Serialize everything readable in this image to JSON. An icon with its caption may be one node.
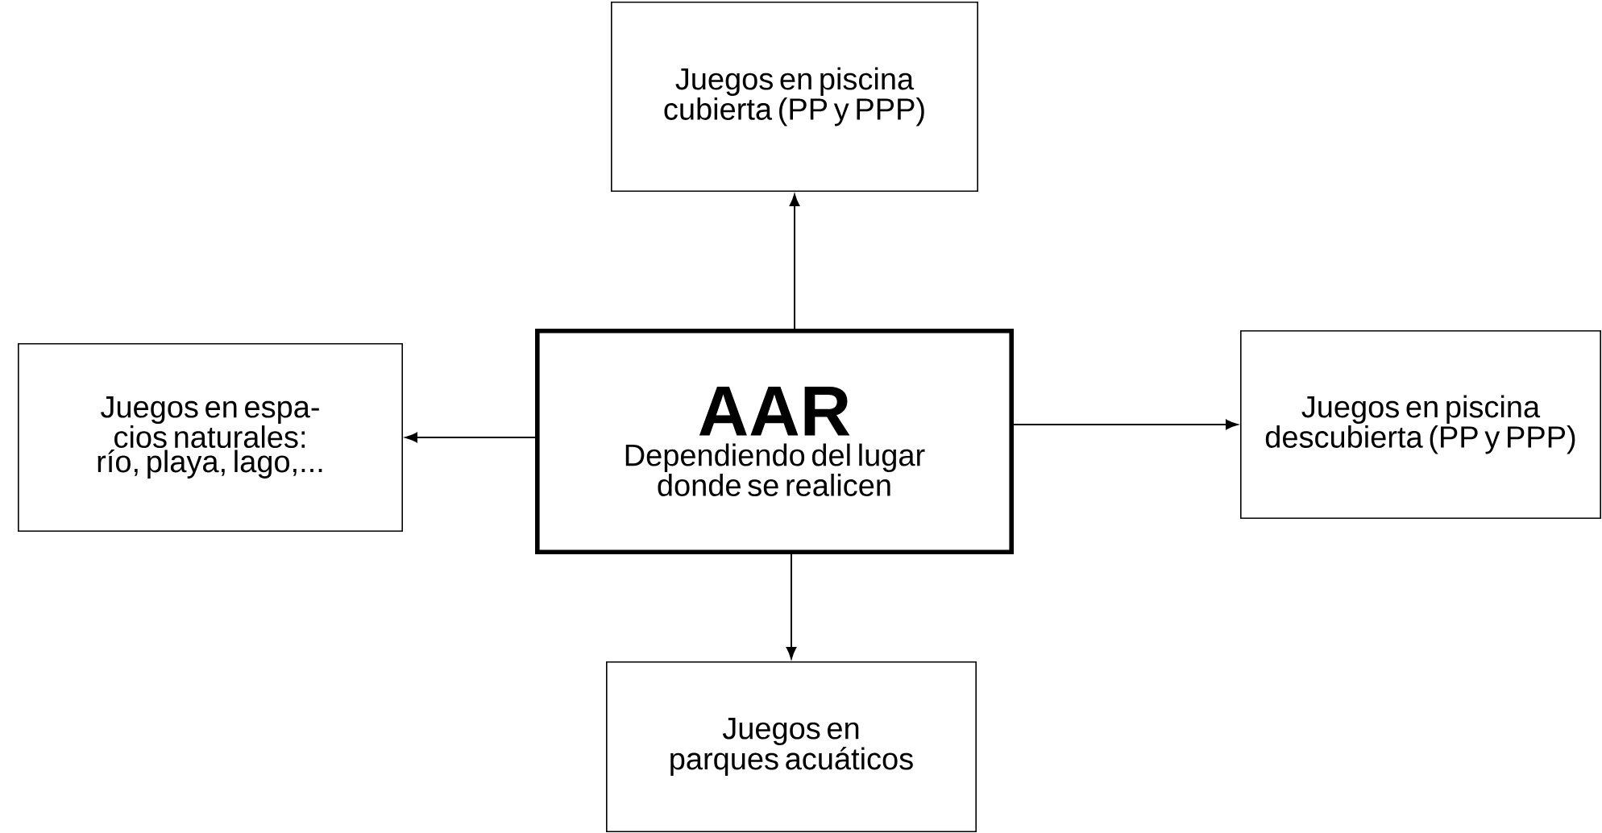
{
  "diagram": {
    "nodes": [
      {
        "text": [
          "Juegos en piscina cubierta (PP y PPP)"
        ]
      },
      {
        "text": [
          "Juegos en espa- cios naturales: río, playa, lago,..."
        ]
      },
      {
        "text": [
          "AAR",
          "Dependiendo del lugar donde se realicen"
        ]
      },
      {
        "text": [
          "Juegos en piscina descubierta (PP y PPP)"
        ]
      },
      {
        "text": [
          "Juegos en parques acuáticos"
        ]
      }
    ],
    "edges": [
      {
        "from": 2,
        "to": 0,
        "arrow": "to"
      },
      {
        "from": 2,
        "to": 1,
        "arrow": "to"
      },
      {
        "from": 2,
        "to": 3,
        "arrow": "to"
      },
      {
        "from": 2,
        "to": 4,
        "arrow": "to"
      }
    ]
  }
}
